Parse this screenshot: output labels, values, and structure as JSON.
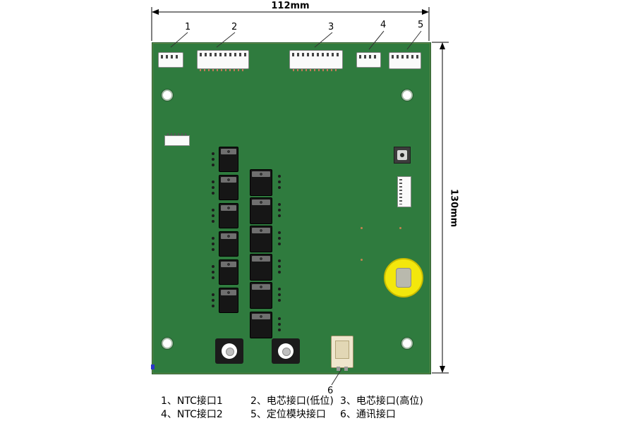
{
  "dimensions": {
    "width_label": "112mm",
    "height_label": "130mm"
  },
  "callouts": {
    "c1": "1",
    "c2": "2",
    "c3": "3",
    "c4": "4",
    "c5": "5",
    "c6": "6"
  },
  "legend": {
    "items": [
      {
        "label": "1、NTC接口1"
      },
      {
        "label": "2、电芯接口(低位)"
      },
      {
        "label": "3、电芯接口(高位)"
      },
      {
        "label": "4、NTC接口2"
      },
      {
        "label": "5、定位模块接口"
      },
      {
        "label": "6、通讯接口"
      }
    ]
  }
}
